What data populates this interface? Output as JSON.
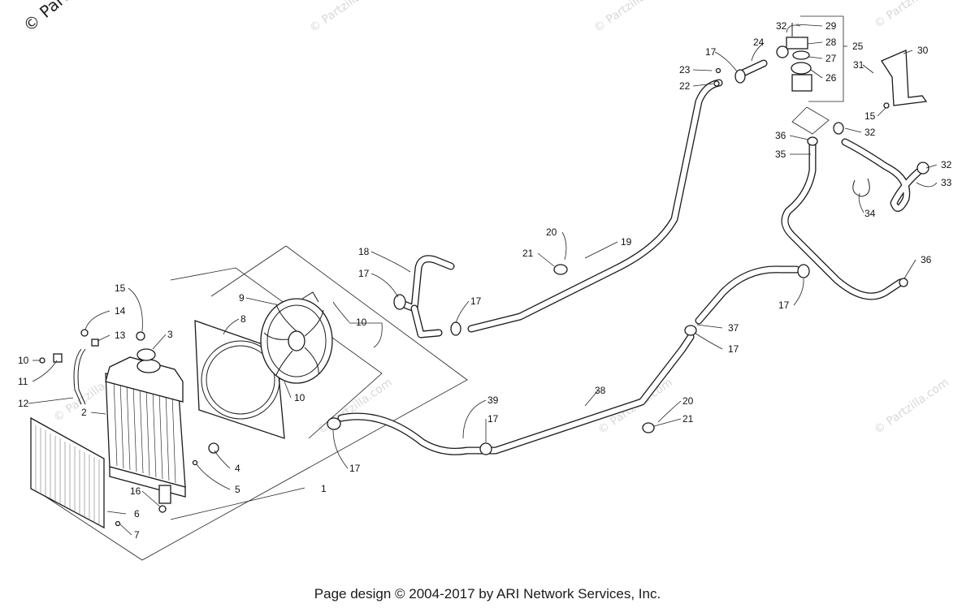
{
  "footer": "Page design © 2004-2017 by ARI Network Services, Inc.",
  "watermark": "© Partzilla.com",
  "watermark_corner": "© Partz",
  "callouts": {
    "c1": "1",
    "c2": "2",
    "c3": "3",
    "c4": "4",
    "c5": "5",
    "c6": "6",
    "c7": "7",
    "c8": "8",
    "c9": "9",
    "c10a": "10",
    "c10b": "10",
    "c10c": "10",
    "c11": "11",
    "c12": "12",
    "c13": "13",
    "c14": "14",
    "c15a": "15",
    "c15b": "15",
    "c16": "16",
    "c17a": "17",
    "c17b": "17",
    "c17c": "17",
    "c17d": "17",
    "c17e": "17",
    "c17f": "17",
    "c17g": "17",
    "c18": "18",
    "c19": "19",
    "c20a": "20",
    "c20b": "20",
    "c21a": "21",
    "c21b": "21",
    "c22": "22",
    "c23": "23",
    "c24": "24",
    "c25": "25",
    "c26": "26",
    "c27": "27",
    "c28": "28",
    "c29": "29",
    "c30": "30",
    "c31": "31",
    "c32a": "32",
    "c32b": "32",
    "c32c": "32",
    "c33": "33",
    "c34": "34",
    "c35": "35",
    "c36a": "36",
    "c36b": "36",
    "c37": "37",
    "c38": "38",
    "c39": "39"
  }
}
